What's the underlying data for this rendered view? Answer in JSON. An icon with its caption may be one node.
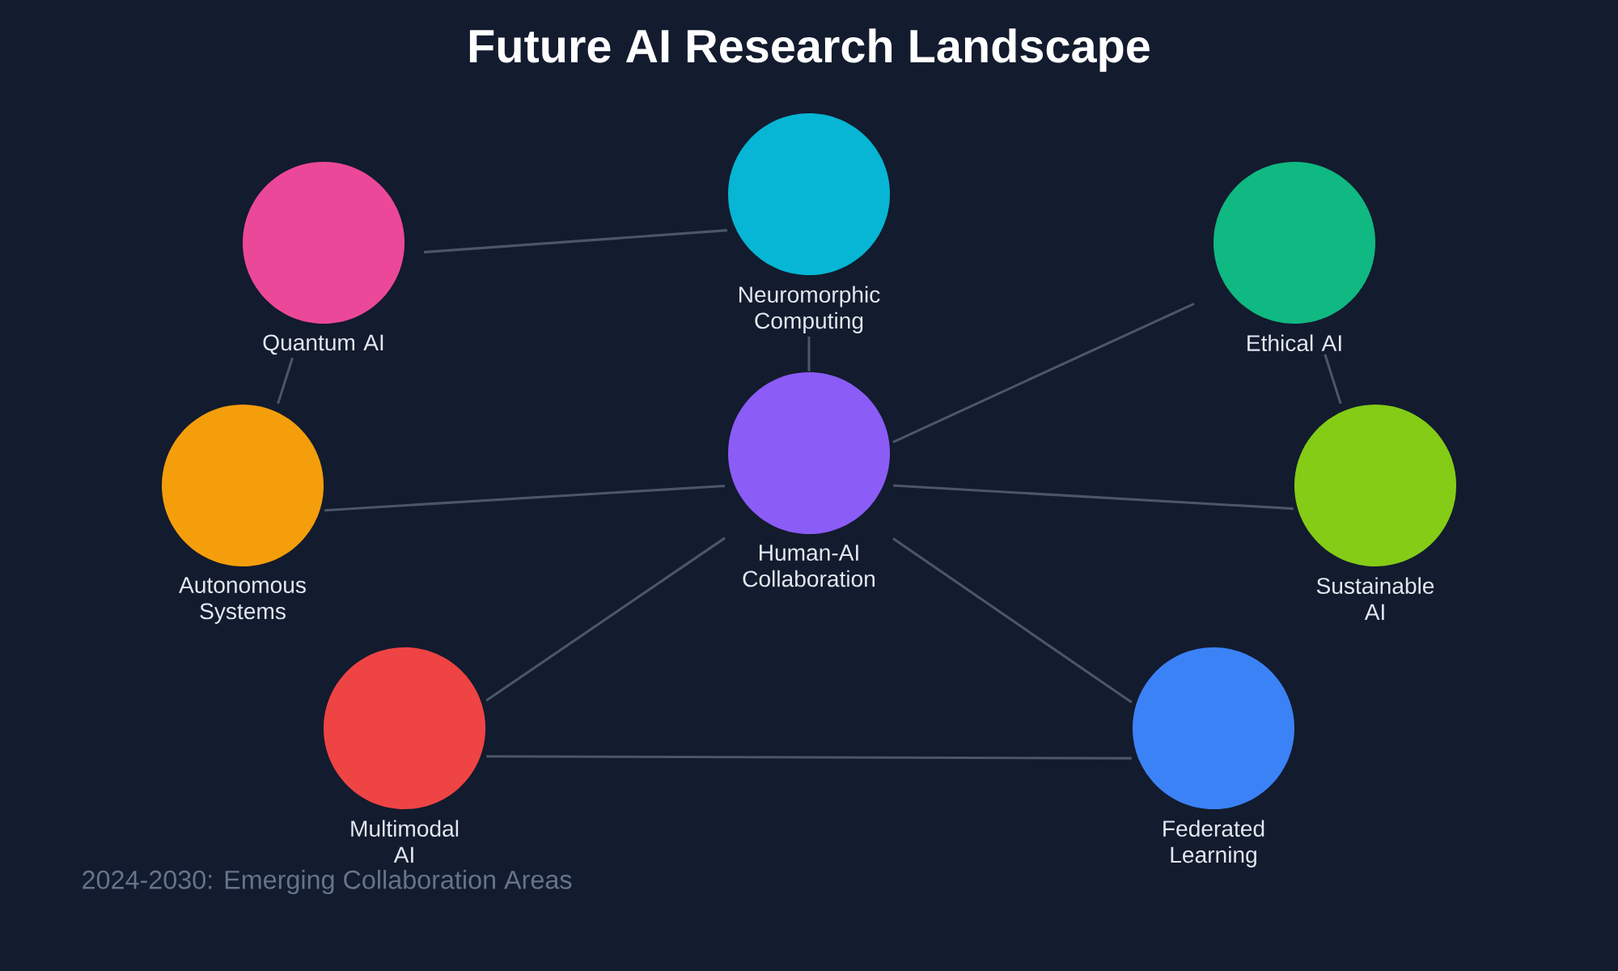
{
  "diagram": {
    "title": "Future AI Research Landscape",
    "nodes": [
      {
        "text": [
          "Quantum AI"
        ]
      },
      {
        "text": [
          "Neuromorphic Computing"
        ]
      },
      {
        "text": [
          "Ethical AI"
        ]
      },
      {
        "text": [
          "Autonomous Systems"
        ]
      },
      {
        "text": [
          "Human-AI Collaboration"
        ]
      },
      {
        "text": [
          "Sustainable AI"
        ]
      },
      {
        "text": [
          "Multimodal AI"
        ]
      },
      {
        "text": [
          "Federated Learning"
        ]
      }
    ],
    "edges": [
      {
        "from": 0,
        "to": 1,
        "arrow": "none"
      },
      {
        "from": 1,
        "to": 4,
        "arrow": "none"
      },
      {
        "from": 0,
        "to": 3,
        "arrow": "none"
      },
      {
        "from": 3,
        "to": 4,
        "arrow": "none"
      },
      {
        "from": 4,
        "to": 2,
        "arrow": "none"
      },
      {
        "from": 2,
        "to": 5,
        "arrow": "none"
      },
      {
        "from": 4,
        "to": 5,
        "arrow": "none"
      },
      {
        "from": 4,
        "to": 6,
        "arrow": "none"
      },
      {
        "from": 4,
        "to": 7,
        "arrow": "none"
      },
      {
        "from": 6,
        "to": 7,
        "arrow": "none"
      }
    ],
    "labels": [
      "2024-2030: Emerging Collaboration Areas"
    ]
  }
}
